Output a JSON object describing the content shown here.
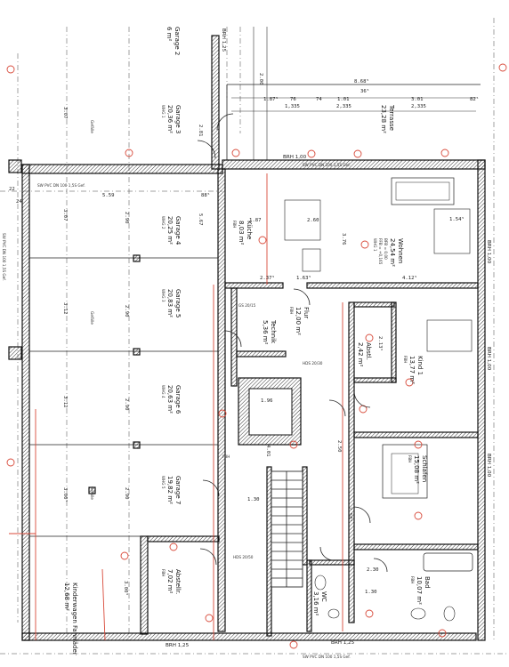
{
  "labels": {
    "terrace": {
      "name": "Terrasse",
      "area": "23,28 m²"
    },
    "kitchen": {
      "name": "Küche",
      "area": "8,03 m²",
      "floor": "FBH"
    },
    "living": {
      "name": "Wohnen",
      "area": "24,54 m²",
      "l1": "BFB = 0,00",
      "l2": "FFB = +0,165",
      "l3": "WHG 1"
    },
    "corridor": {
      "name": "Flur",
      "area": "12,00 m²",
      "floor": "FBH"
    },
    "technik": {
      "name": "Technik",
      "area": "5,36 m²"
    },
    "storage1": {
      "name": "Abstl.",
      "area": "2,42 m²"
    },
    "child": {
      "name": "Kind 1",
      "area": "13,77 m²",
      "floor": "FBH"
    },
    "sleep": {
      "name": "Schlafen",
      "area": "15,08 m²",
      "floor": "FBH"
    },
    "bath": {
      "name": "Bad",
      "area": "10,07 m²",
      "floor": "FBH"
    },
    "wc": {
      "name": "WC",
      "area": "3,16 m²"
    },
    "storage2": {
      "name": "Abstellr.",
      "area": "7,02 m²",
      "floor": "FBH"
    },
    "stroller": {
      "name": "Kinderwagen Fahrräder",
      "area": "12,68 m²"
    },
    "garage2": {
      "name": "Garage 2",
      "area": "6 m²"
    },
    "garage3": {
      "name": "Garage 3",
      "area": "20,36 m²",
      "whg": "WHG 1"
    },
    "garage4": {
      "name": "Garage 4",
      "area": "20,25 m²",
      "whg": "WHG 2"
    },
    "garage5": {
      "name": "Garage 5",
      "area": "20,83 m²",
      "whg": "WHG 3"
    },
    "garage6": {
      "name": "Garage 6",
      "area": "20,63 m²",
      "whg": "WHG 4"
    },
    "garage7": {
      "name": "Garage 7",
      "area": "19,82 m²",
      "whg": "WHG 5"
    },
    "gefaelle": "Gefälle"
  },
  "annotations": {
    "brh_top": "BRH 1,00",
    "brh_right1": "BRH 1,00",
    "brh_right2": "BRH 1,00",
    "brh_right3": "BRH 1,00",
    "brh_bottom1": "BRH 1,25",
    "brh_bottom2": "BRH 1,25",
    "brh_topleft": "BRH 1,25",
    "pvc_top": "SW PVC DN 100 1,5S Gef.",
    "pvc_left": "SW PVC DN 100 1,5S Gef.",
    "pvc_bottom": "SW PVC DN 100 1,5S Gef.",
    "pvc_side": "SW PVC DN 100 1,5S Gef.",
    "fbh": "FBH",
    "shaft1": "GS 20/15",
    "shaft2": "HDS 20/30",
    "shaft3": "HDS 20/50"
  },
  "dimensions": {
    "d868": "8.68⁵",
    "d200": "2.00",
    "d187": "1.87⁵",
    "d76": "76",
    "d74": "74",
    "d101": "1.01",
    "d301": "3.01",
    "d365": "36⁵",
    "d82": "82⁵",
    "d1335": "1,335",
    "d2335a": "2,335",
    "d2335b": "2,335",
    "d559": "5.59",
    "d88": "88⁵",
    "d22": "22",
    "d24": "24",
    "d307": "3.07",
    "d307b": "3.07",
    "d312": "3.12",
    "d312b": "3.12",
    "d300": "3.00⁵",
    "d300b": "3.00⁵",
    "d290a": "2.90",
    "d290b": "2.90",
    "d290c": "2.90",
    "d290d": "2.90",
    "d567": "5.67",
    "d281": "2.81",
    "d237": "2.37⁵",
    "d163": "1.63⁵",
    "d412": "4.12⁵",
    "d260": "2.60",
    "d376": "3.76",
    "d154": "1.54⁵",
    "d187b": "1.87",
    "d230": "2.30",
    "d196": "1.96",
    "d130": "1.30",
    "d401": "4.01",
    "d250": "2.50",
    "d258": "2.58⁵",
    "d213": "2.13⁵",
    "d130b": "1.30"
  }
}
